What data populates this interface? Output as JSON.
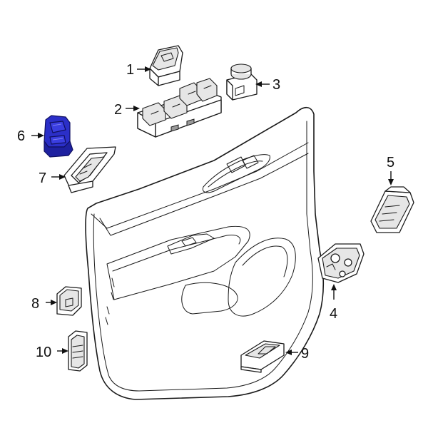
{
  "diagram": {
    "highlight_color": "#2b2fc8",
    "line_color": "#1a1a1a",
    "background": "#ffffff",
    "callouts": [
      {
        "id": "1",
        "label": "1"
      },
      {
        "id": "2",
        "label": "2"
      },
      {
        "id": "3",
        "label": "3"
      },
      {
        "id": "4",
        "label": "4"
      },
      {
        "id": "5",
        "label": "5"
      },
      {
        "id": "6",
        "label": "6"
      },
      {
        "id": "7",
        "label": "7"
      },
      {
        "id": "8",
        "label": "8"
      },
      {
        "id": "9",
        "label": "9"
      },
      {
        "id": "10",
        "label": "10"
      }
    ],
    "highlighted_part": "6"
  }
}
